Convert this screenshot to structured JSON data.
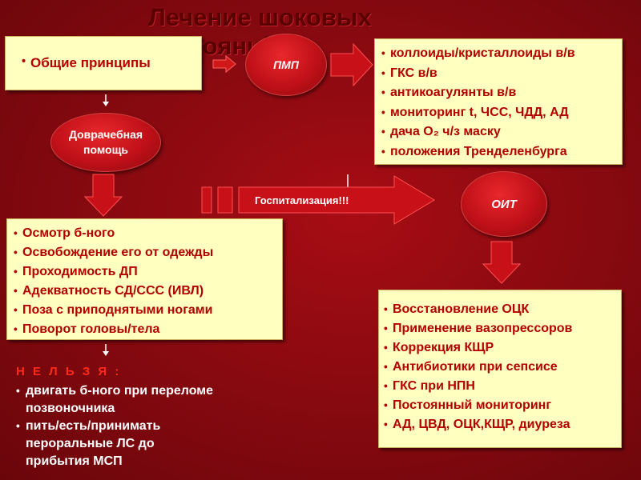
{
  "title": "Лечение шоковых состояний",
  "principles_box": {
    "text": "Общие принципы"
  },
  "pmp_oval": {
    "text": "ПМП"
  },
  "prehospital_oval": {
    "line1": "Доврачебная",
    "line2": "помощь"
  },
  "oit_oval": {
    "text": "ОИТ"
  },
  "hospitalization_arrow": {
    "text": "Госпитализация!!!"
  },
  "pmp_list": [
    "коллоиды/кристаллоиды в/в",
    "ГКС в/в",
    "антикоагулянты в/в",
    "мониторинг t, ЧСС, ЧДД, АД",
    "дача O₂ ч/з маску",
    "положения Тренделенбурга"
  ],
  "prehospital_list": [
    "Осмотр б-ного",
    "Освобождение его от одежды",
    "Проходимость ДП",
    "Адекватность СД/ССС (ИВЛ)",
    "Поза с приподнятыми ногами",
    "Поворот головы/тела"
  ],
  "oit_list": [
    "Восстановление ОЦК",
    "Применение вазопрессоров",
    "Коррекция КЩР",
    "Антибиотики при сепсисе",
    "ГКС при НПН",
    "Постоянный мониторинг",
    "АД, ЦВД, ОЦК,КЩР, диуреза"
  ],
  "prohibited": {
    "heading": "Н Е Л Ь З Я :",
    "items": [
      {
        "line1": "двигать б-ного при переломе",
        "line2": "позвоночника"
      },
      {
        "line1": "пить/есть/принимать",
        "line2": "пероральные ЛС до",
        "line3": "прибытия МСП"
      }
    ]
  },
  "colors": {
    "background": "#8a0a10",
    "box": "#ffffc0",
    "box_text": "#b30000",
    "title": "#5a0000",
    "prohibited_heading": "#ff2a1a"
  }
}
